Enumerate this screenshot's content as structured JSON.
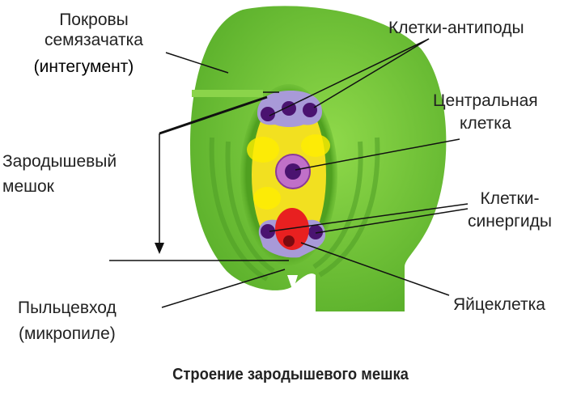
{
  "labels": {
    "integument_line1": "Покровы",
    "integument_line2": "семязачатка",
    "integument_line3": "(интегумент)",
    "antipodal": "Клетки-антиподы",
    "central_line1": "Центральная",
    "central_line2": "клетка",
    "embryo_sac_line1": "Зародышевый",
    "embryo_sac_line2": "мешок",
    "synergid_line1": "Клетки-",
    "synergid_line2": "синергиды",
    "micropyle_line1": "Пыльцевход",
    "micropyle_line2": "(микропиле)",
    "egg": "Яйцеклетка"
  },
  "caption": "Строение зародышевого мешка",
  "colors": {
    "integument": "#6cc23a",
    "sac": "#f2e020",
    "antipodal": "#a89ad8",
    "nucleus": "#4a1370",
    "egg": "#e82020",
    "central": "#c070c8"
  }
}
